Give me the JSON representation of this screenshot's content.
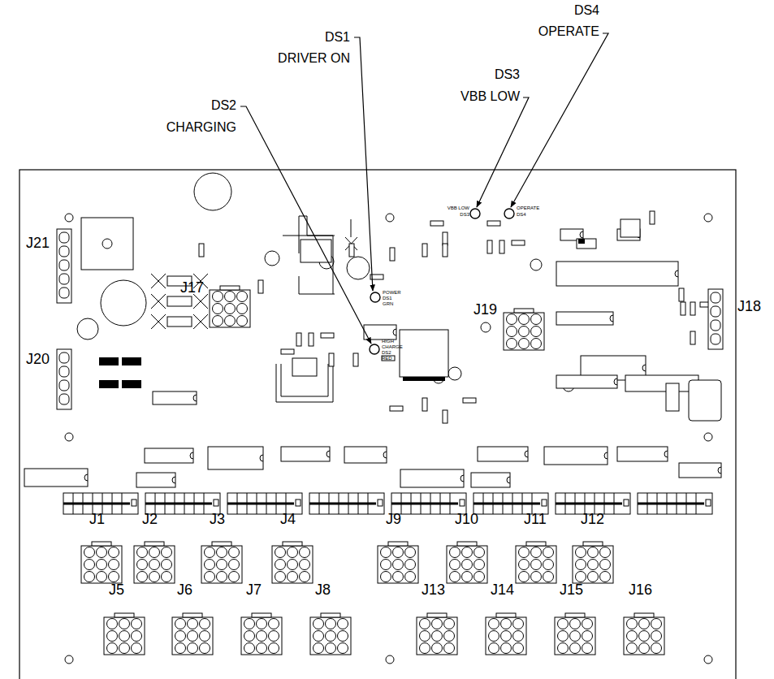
{
  "diagram": {
    "labels": [
      "DS4",
      "OPERATE",
      "DS3",
      "VBB LOW",
      "DS1",
      "DRIVER ON",
      "DS2",
      "CHARGING",
      "J21",
      "J20",
      "J17",
      "J19",
      "J18",
      "J1",
      "J2",
      "J3",
      "J4",
      "J9",
      "J10",
      "J11",
      "J12",
      "J5",
      "J6",
      "J7",
      "J8",
      "J13",
      "J14",
      "J15",
      "J16",
      "VBB LOW",
      "DS3",
      "OPERATE",
      "DS4",
      "POWER",
      "DS1",
      "GRN",
      "HIGH",
      "CHARGE",
      "DS2",
      "RED"
    ]
  }
}
